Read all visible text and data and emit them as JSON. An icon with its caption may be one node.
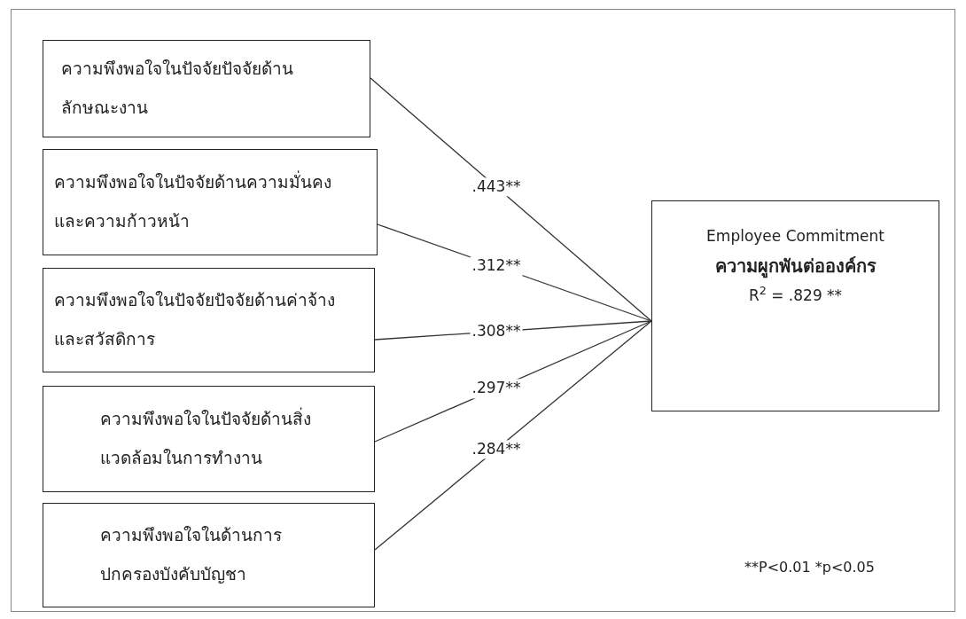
{
  "diagram": {
    "nodes": [
      {
        "text": [
          "ความพึงพอใจในปัจจัยปัจจัยด้านลักษณะงาน"
        ]
      },
      {
        "text": [
          "ความพึงพอใจในปัจจัยด้านความมั่นคงและความก้าวหน้า"
        ]
      },
      {
        "text": [
          "ความพึงพอใจในปัจจัยปัจจัยด้านค่าจ้างและสวัสดิการ"
        ]
      },
      {
        "text": [
          "ความพึงพอใจในปัจจัยด้านสิ่งแวดล้อมในการทำงาน"
        ]
      },
      {
        "text": [
          "ความพึงพอใจในด้านการปกครองบังคับบัญชา"
        ]
      },
      {
        "text": [
          "Employee Commitment",
          "ความผูกพันต่อองค์กร",
          "R$^{2}$ = .829 **"
        ]
      }
    ],
    "edges": [
      {
        "from": 0,
        "to": 5,
        "arrow": "none",
        "label": ".443**"
      },
      {
        "from": 1,
        "to": 5,
        "arrow": "none",
        "label": ".312**"
      },
      {
        "from": 2,
        "to": 5,
        "arrow": "none",
        "label": ".308**"
      },
      {
        "from": 3,
        "to": 5,
        "arrow": "none",
        "label": ".297**"
      },
      {
        "from": 4,
        "to": 5,
        "arrow": "none",
        "label": ".284**"
      }
    ],
    "labels": [
      "**P<0.01 *p<0.05"
    ]
  }
}
